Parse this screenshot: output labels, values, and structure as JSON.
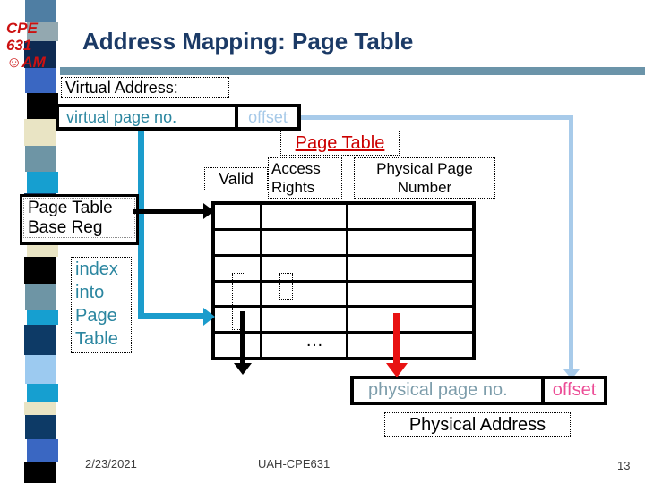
{
  "slide": {
    "badge": {
      "line1": "CPE",
      "line2": "631",
      "line3": "☺AM"
    },
    "title": "Address Mapping: Page Table",
    "virtual_address_label": "Virtual Address:",
    "virtual_page_label": "virtual page no.",
    "offset_top_label": "offset",
    "page_table_label": "Page Table",
    "valid_label": "Valid",
    "access_rights_label": "Access\nRights",
    "physical_page_number_label": "Physical Page\nNumber",
    "page_table_base_label": "Page Table\nBase Reg",
    "index_into_label": "index\ninto\nPage\nTable",
    "ellipsis": "…",
    "physical_page_no_label": "physical page no.",
    "offset_bottom_label": "offset",
    "physical_address_label": "Physical Address",
    "footer": {
      "date": "2/23/2021",
      "course": "UAH-CPE631",
      "page_number": "13"
    },
    "colors": {
      "title_navy": "#1b3a66",
      "accent_bar": "#6b94a9",
      "badge_red": "#cc1111",
      "page_table_red": "#cc0000",
      "arrow_red": "#e81212",
      "arrow_cyan": "#1b9ccc",
      "connector_pale_blue": "#a8cbea",
      "teal_text": "#2b86a0",
      "offset_top_text": "#a6c9e8",
      "physical_page_text": "#7d9dab",
      "offset_bottom_text": "#ec4d96",
      "footer_text": "#3d3d3d"
    },
    "sidebar_blocks": [
      {
        "color": "#4f7ea3",
        "h": 25
      },
      {
        "color": "#93a8b0",
        "h": 21
      },
      {
        "color": "#0e2a52",
        "h": 30
      },
      {
        "color": "#3a67c2",
        "h": 28
      },
      {
        "color": "#000000",
        "h": 29
      },
      {
        "color": "#e9e4c4",
        "h": 30
      },
      {
        "color": "#6e95a5",
        "h": 29
      },
      {
        "color": "#169fd0",
        "h": 24
      },
      {
        "color": "#0d3a66",
        "h": 30
      },
      {
        "color": "#2f62b8",
        "h": 20
      },
      {
        "color": "#e9e4c4",
        "h": 21
      },
      {
        "color": "#000000",
        "h": 30
      },
      {
        "color": "#6e95a5",
        "h": 30
      },
      {
        "color": "#169fd0",
        "h": 16
      },
      {
        "color": "#0d3a66",
        "h": 34
      },
      {
        "color": "#9ccaf0",
        "h": 32
      },
      {
        "color": "#169fd0",
        "h": 20
      },
      {
        "color": "#e9e4c4",
        "h": 15
      },
      {
        "color": "#0d3a66",
        "h": 27
      },
      {
        "color": "#3a67c2",
        "h": 26
      },
      {
        "color": "#000000",
        "h": 24
      }
    ],
    "table": {
      "rows": 6,
      "cols": 3
    }
  }
}
